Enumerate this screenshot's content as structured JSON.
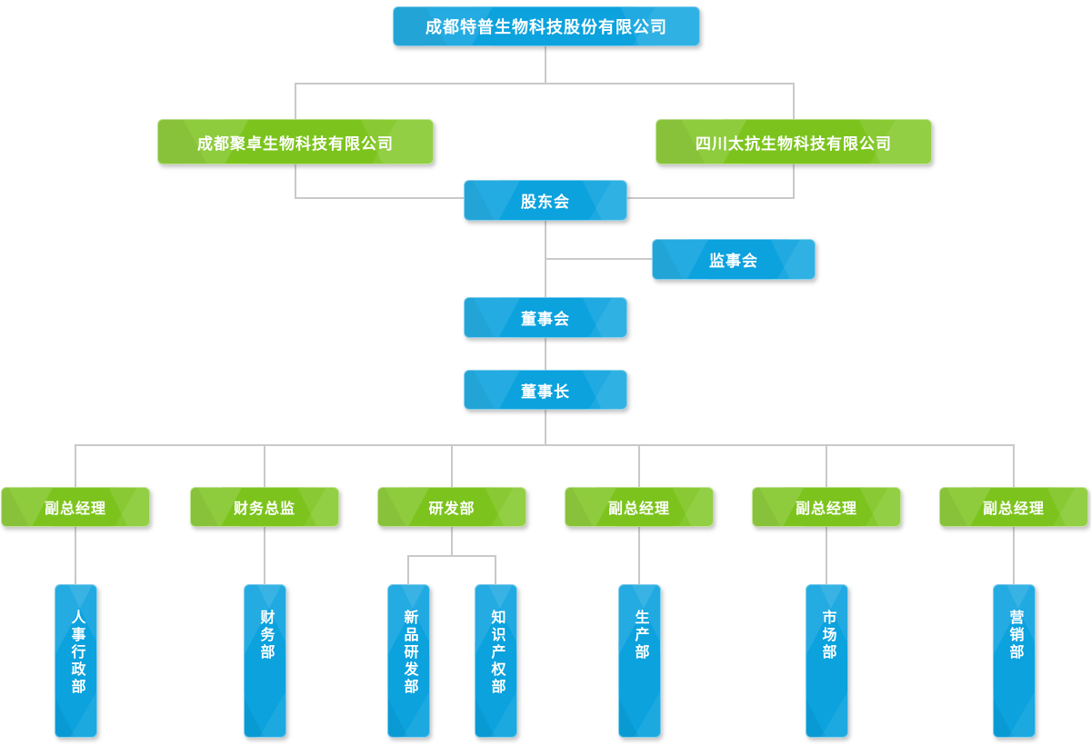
{
  "org": {
    "root": "成都特普生物科技股份有限公司",
    "subsidiaries": [
      "成都聚卓生物科技有限公司",
      "四川太抗生物科技有限公司"
    ],
    "shareholders": "股东会",
    "supervisory": "监事会",
    "board": "董事会",
    "chairman": "董事长",
    "managers": [
      "副总经理",
      "财务总监",
      "研发部",
      "副总经理",
      "副总经理",
      "副总经理"
    ],
    "departments": [
      "人事行政部",
      "财务部",
      "新品研发部",
      "知识产权部",
      "生产部",
      "市场部",
      "营销部"
    ]
  },
  "colors": {
    "node_blue": "#0ba2de",
    "node_green": "#7cc41d",
    "connector": "#c9c9c9",
    "node_text": "#ffffff",
    "background": "#ffffff"
  }
}
